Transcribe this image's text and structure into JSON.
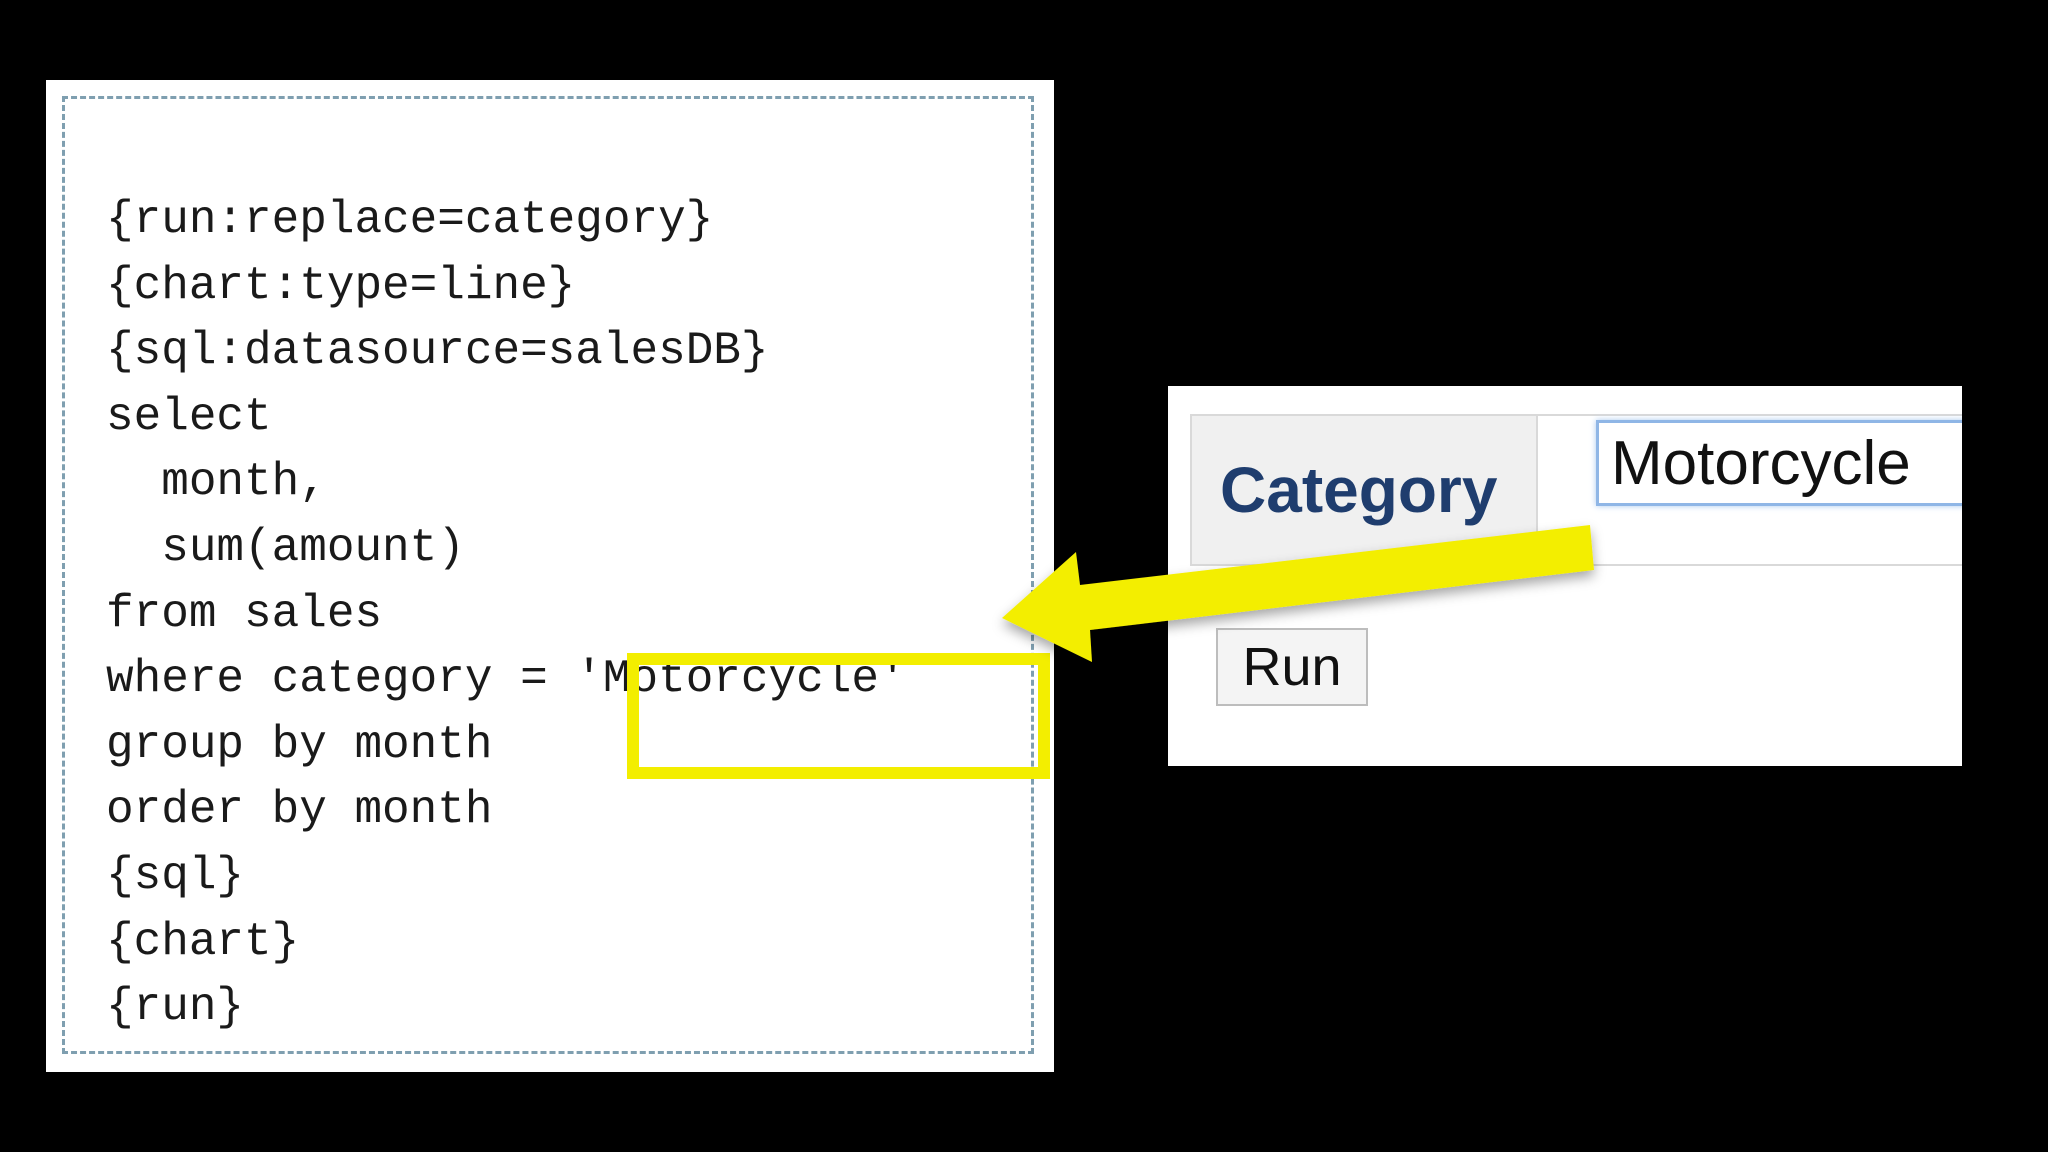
{
  "code_panel": {
    "lines": [
      "{run:replace=category}",
      "{chart:type=line}",
      "{sql:datasource=salesDB}",
      "select",
      "  month,",
      "  sum(amount)",
      "from sales",
      "where category = ",
      "group by month",
      "order by month",
      "{sql}",
      "{chart}",
      "{run}"
    ],
    "highlighted_value": "'Motorcycle'"
  },
  "ui_panel": {
    "param_label": "Category",
    "param_value": "Motorcycle",
    "run_label": "Run"
  },
  "colors": {
    "highlight": "#f3ee00",
    "label_text": "#1f3d6e"
  },
  "icons": {
    "pointer": "arrow-left-icon"
  }
}
